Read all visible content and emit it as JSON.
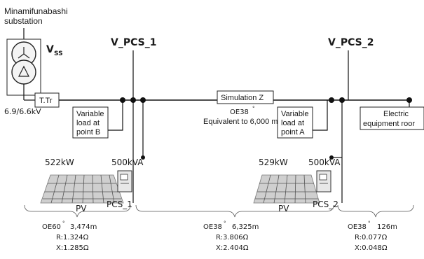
{
  "substation": {
    "line1": "Minamifunabashi",
    "line2": "substation"
  },
  "vss": {
    "main": "V",
    "sub": "SS"
  },
  "v_pcs_1": "V_PCS_1",
  "v_pcs_2": "V_PCS_2",
  "ttr": "T.Tr",
  "voltage": "6.9/6.6kV",
  "load_b": {
    "line1": "Variable",
    "line2": "load at",
    "line3": "point B"
  },
  "load_a": {
    "line1": "Variable",
    "line2": "load at",
    "line3": "point A"
  },
  "sim_z": "Simulation Z",
  "oe38_label": "OE38",
  "equivalent": "Equivalent to 6,000 m",
  "electric_room": {
    "line1": "Electric",
    "line2": "equipment roor"
  },
  "pv1": {
    "kw": "522kW",
    "kva": "500kVA",
    "pv": "PV",
    "pcs": "PCS_1"
  },
  "pv2": {
    "kw": "529kW",
    "kva": "500kVA",
    "pv": "PV",
    "pcs": "PCS_2"
  },
  "seg1": {
    "cable": "OE60",
    "len": "3,474m",
    "r": "R:1.324Ω",
    "x": "X:1.285Ω"
  },
  "seg2": {
    "cable": "OE38",
    "len": "6,325m",
    "r": "R:3.806Ω",
    "x": "X:2.404Ω"
  },
  "seg3": {
    "cable": "OE38",
    "len": "126m",
    "r": "R:0.077Ω",
    "x": "X:0.048Ω"
  },
  "degree": "°"
}
